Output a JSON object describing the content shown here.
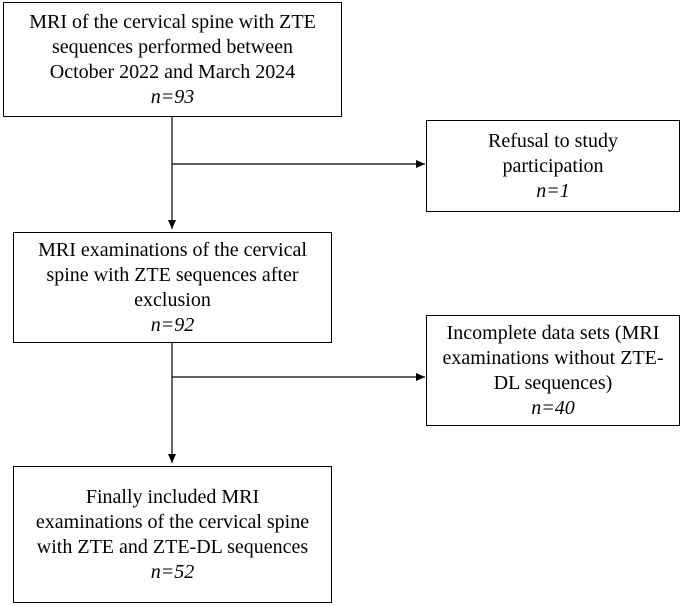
{
  "boxes": {
    "start": {
      "lines": [
        "MRI of the cervical spine with ZTE",
        "sequences performed between",
        "October 2022 and March 2024"
      ],
      "n": "n=93"
    },
    "refusal": {
      "lines": [
        "Refusal to study",
        "participation"
      ],
      "n": "n=1"
    },
    "after_exclusion": {
      "lines": [
        "MRI examinations of the cervical",
        "spine with ZTE sequences after",
        "exclusion"
      ],
      "n": "n=92"
    },
    "incomplete": {
      "lines": [
        "Incomplete data sets (MRI",
        "examinations without ZTE-",
        "DL sequences)"
      ],
      "n": "n=40"
    },
    "final": {
      "lines": [
        "Finally included MRI",
        "examinations of the cervical spine",
        "with ZTE and ZTE-DL sequences"
      ],
      "n": "n=52"
    }
  }
}
